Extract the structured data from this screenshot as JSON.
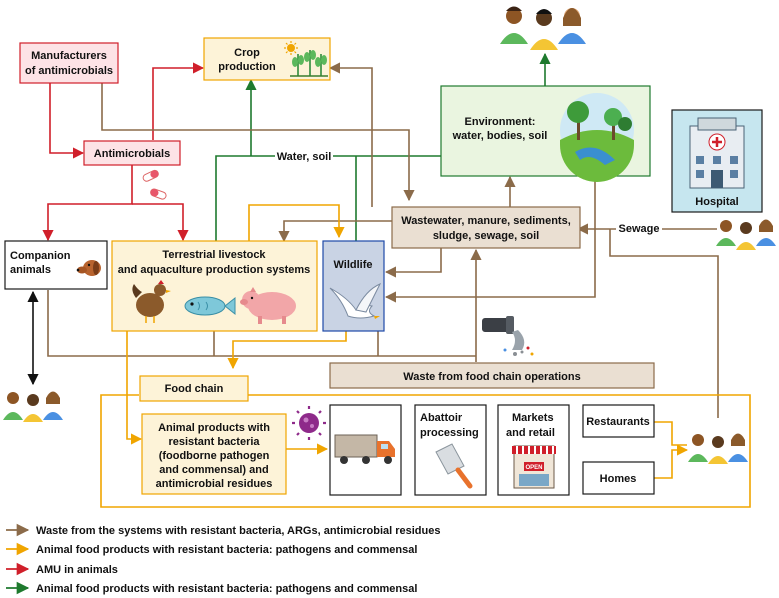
{
  "nodes": {
    "manufacturers": [
      "Manufacturers",
      "of antimicrobials"
    ],
    "antimicrobials": "Antimicrobials",
    "crop": [
      "Crop",
      "production"
    ],
    "environment": [
      "Environment:",
      "water, bodies, soil"
    ],
    "hospital": "Hospital",
    "companion": [
      "Companion",
      "animals"
    ],
    "livestock": [
      "Terrestrial livestock",
      "and aquaculture production systems"
    ],
    "wildlife": "Wildlife",
    "wastewater": [
      "Wastewater, manure, sediments,",
      "sludge, sewage, soil"
    ],
    "water_soil": "Water, soil",
    "sewage": "Sewage",
    "waste_food_chain": "Waste from food chain operations",
    "food_chain": "Food chain",
    "animal_products": [
      "Animal products with",
      "resistant bacteria",
      "(foodborne pathogen",
      "and commensal) and",
      "antimicrobial residues"
    ],
    "abattoir": [
      "Abattoir",
      "processing"
    ],
    "markets": [
      "Markets",
      "and retail"
    ],
    "open_sign": "OPEN",
    "restaurants": "Restaurants",
    "homes": "Homes"
  },
  "legend": [
    {
      "text": "Waste from the systems with resistant bacteria, ARGs, antimicrobial residues",
      "color": "#8b6b4a"
    },
    {
      "text": "Animal food products with resistant bacteria: pathogens and commensal",
      "color": "#f0a500"
    },
    {
      "text": "AMU in animals",
      "color": "#d01f2a"
    },
    {
      "text": "Animal food products with resistant bacteria: pathogens and commensal",
      "color": "#1e7a2e"
    }
  ],
  "colors": {
    "brown": "#8b6b4a",
    "orange": "#f0a500",
    "red": "#d01f2a",
    "green": "#1e7a2e",
    "cream": "#fdf3d8",
    "pink": "#fde3e6",
    "tan": "#eadfd2",
    "lightgreen": "#eaf5e0",
    "lightblue": "#c9d3e4"
  },
  "icons": [
    "people-icon",
    "tree-landscape-icon",
    "hospital-icon",
    "dog-icon",
    "chicken-icon",
    "fish-icon",
    "pig-icon",
    "bird-icon",
    "pills-icon",
    "plant-sprouts-icon",
    "sun-icon",
    "drain-pipe-icon",
    "bacteria-icon",
    "truck-icon",
    "cleaver-icon",
    "shop-icon"
  ]
}
